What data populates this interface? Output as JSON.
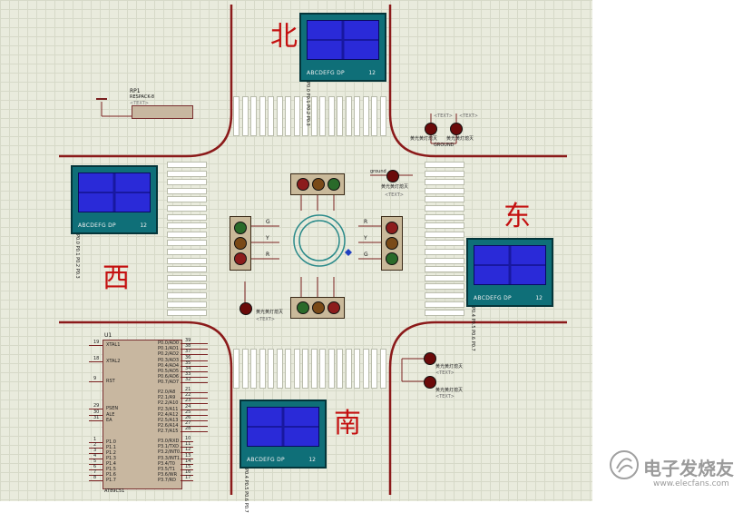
{
  "directions": {
    "north": "北",
    "south": "南",
    "east": "东",
    "west": "西"
  },
  "lcd": {
    "segment_label": "ABCDEFG DP",
    "common_label": "12",
    "seg_pins": [
      "P0.0",
      "P0.1",
      "P0.2",
      "P0.3",
      "P0.4",
      "P0.5",
      "P0.6",
      "P0.7"
    ]
  },
  "resistor_pack": {
    "ref": "RP1",
    "type": "RESPACK-8",
    "text": "<TEXT>"
  },
  "lights": {
    "lamp_label": "黄光黄灯熄灭",
    "text_tag": "<TEXT>",
    "ground": "GROUND",
    "ground_short": "ground"
  },
  "mcu": {
    "ref": "U1",
    "part": "AT89C51",
    "left_pins": [
      {
        "num": "19",
        "name": "XTAL1"
      },
      {
        "num": "18",
        "name": "XTAL2"
      },
      {
        "num": "9",
        "name": "RST"
      },
      {
        "num": "29",
        "name": "PSEN"
      },
      {
        "num": "30",
        "name": "ALE"
      },
      {
        "num": "31",
        "name": "EA"
      },
      {
        "num": "1",
        "name": "P1.0"
      },
      {
        "num": "2",
        "name": "P1.1"
      },
      {
        "num": "3",
        "name": "P1.2"
      },
      {
        "num": "4",
        "name": "P1.3"
      },
      {
        "num": "5",
        "name": "P1.4"
      },
      {
        "num": "6",
        "name": "P1.5"
      },
      {
        "num": "7",
        "name": "P1.6"
      },
      {
        "num": "8",
        "name": "P1.7"
      }
    ],
    "right_pins": [
      {
        "num": "39",
        "name": "P0.0/AD0"
      },
      {
        "num": "38",
        "name": "P0.1/AD1"
      },
      {
        "num": "37",
        "name": "P0.2/AD2"
      },
      {
        "num": "36",
        "name": "P0.3/AD3"
      },
      {
        "num": "35",
        "name": "P0.4/AD4"
      },
      {
        "num": "34",
        "name": "P0.5/AD5"
      },
      {
        "num": "33",
        "name": "P0.6/AD6"
      },
      {
        "num": "32",
        "name": "P0.7/AD7"
      },
      {
        "num": "21",
        "name": "P2.0/A8"
      },
      {
        "num": "22",
        "name": "P2.1/A9"
      },
      {
        "num": "23",
        "name": "P2.2/A10"
      },
      {
        "num": "24",
        "name": "P2.3/A11"
      },
      {
        "num": "25",
        "name": "P2.4/A12"
      },
      {
        "num": "26",
        "name": "P2.5/A13"
      },
      {
        "num": "27",
        "name": "P2.6/A14"
      },
      {
        "num": "28",
        "name": "P2.7/A15"
      },
      {
        "num": "10",
        "name": "P3.0/RXD"
      },
      {
        "num": "11",
        "name": "P3.1/TXD"
      },
      {
        "num": "12",
        "name": "P3.2/INT0"
      },
      {
        "num": "13",
        "name": "P3.3/INT1"
      },
      {
        "num": "14",
        "name": "P3.4/T0"
      },
      {
        "num": "15",
        "name": "P3.5/T1"
      },
      {
        "num": "16",
        "name": "P3.6/WR"
      },
      {
        "num": "17",
        "name": "P3.7/RD"
      }
    ]
  },
  "signal_letters": {
    "r": "R",
    "g": "G",
    "y": "Y"
  },
  "colors": {
    "red": "#c41010",
    "road_edge": "#8b1a1a",
    "lcd_bezel": "#0f6f78",
    "lcd_screen": "#2a2ad8"
  },
  "watermark": {
    "text": "电子发烧友",
    "url": "www.elecfans.com"
  }
}
